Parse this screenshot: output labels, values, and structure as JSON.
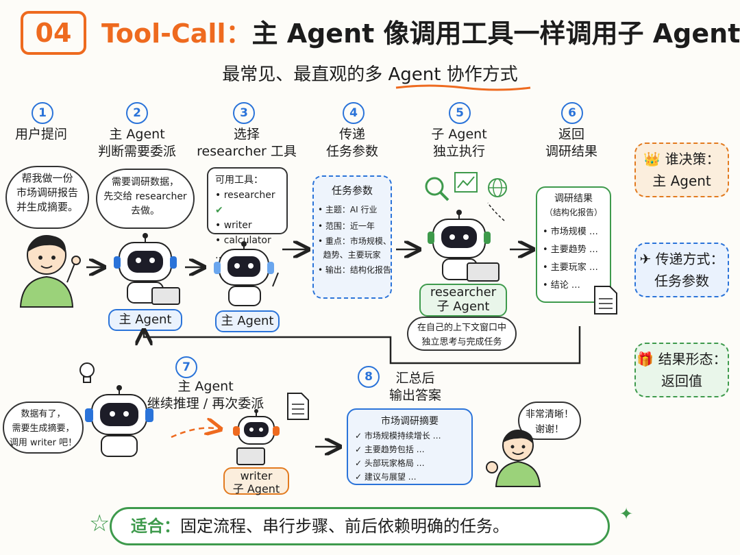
{
  "header": {
    "number": "04",
    "title_orange": "Tool-Call：",
    "title_dark": "主 Agent 像调用工具一样调用子 Agent",
    "subtitle": "最常见、最直观的多 Agent 协作方式"
  },
  "steps": [
    {
      "num": "1",
      "label_lines": [
        "用户提问"
      ]
    },
    {
      "num": "2",
      "label_lines": [
        "主 Agent",
        "判断需要委派"
      ]
    },
    {
      "num": "3",
      "label_lines": [
        "选择",
        "researcher 工具"
      ]
    },
    {
      "num": "4",
      "label_lines": [
        "传递",
        "任务参数"
      ]
    },
    {
      "num": "5",
      "label_lines": [
        "子 Agent",
        "独立执行"
      ]
    },
    {
      "num": "6",
      "label_lines": [
        "返回",
        "调研结果"
      ]
    },
    {
      "num": "7",
      "label_lines": [
        "主 Agent",
        "继续推理 / 再次委派"
      ]
    },
    {
      "num": "8",
      "label_lines": [
        "汇总后",
        "输出答案"
      ]
    }
  ],
  "user_bubble": [
    "帮我做一份",
    "市场调研报告",
    "并生成摘要。"
  ],
  "main_thought": [
    "需要调研数据，",
    "先交给 researcher",
    "去做。"
  ],
  "tools": {
    "title": "可用工具：",
    "items": [
      "• researcher",
      "• writer",
      "• calculator …"
    ]
  },
  "params": {
    "title": "任务参数",
    "items": [
      "• 主题：AI 行业",
      "• 范围：近一年",
      "• 重点：市场规模、",
      "  趋势、主要玩家",
      "• 输出：结构化报告"
    ]
  },
  "researcher_tag": [
    "researcher",
    "子 Agent"
  ],
  "researcher_note": [
    "在自己的上下文窗口中",
    "独立思考与完成任务"
  ],
  "result": {
    "title": "调研结果",
    "subtitle": "（结构化报告）",
    "items": [
      "• 市场规模 …",
      "• 主要趋势 …",
      "• 主要玩家 …",
      "• 结论 …"
    ]
  },
  "main_tag": "主 Agent",
  "step7_thought": [
    "数据有了，",
    "需要生成摘要，",
    "调用 writer 吧！"
  ],
  "writer_tag": [
    "writer",
    "子 Agent"
  ],
  "summary": {
    "title": "市场调研摘要",
    "items": [
      "✓ 市场规模持续增长 …",
      "✓ 主要趋势包括 …",
      "✓ 头部玩家格局 …",
      "✓ 建议与展望 …"
    ]
  },
  "user_reply": [
    "非常清晰！",
    "谢谢！"
  ],
  "sidebar": [
    {
      "icon": "👑",
      "label": "谁决策：",
      "value": "主 Agent",
      "color": "#e27a1f"
    },
    {
      "icon": "✈",
      "label": "传递方式：",
      "value": "任务参数",
      "color": "#2a73d9"
    },
    {
      "icon": "🎁",
      "label": "结果形态：",
      "value": "返回值",
      "color": "#3e9a4c"
    }
  ],
  "footer": {
    "label": "适合：",
    "text": "固定流程、串行步骤、前后依赖明确的任务。"
  },
  "colors": {
    "orange": "#ee6a1f",
    "blue": "#2a73d9",
    "green": "#3e9a4c"
  }
}
